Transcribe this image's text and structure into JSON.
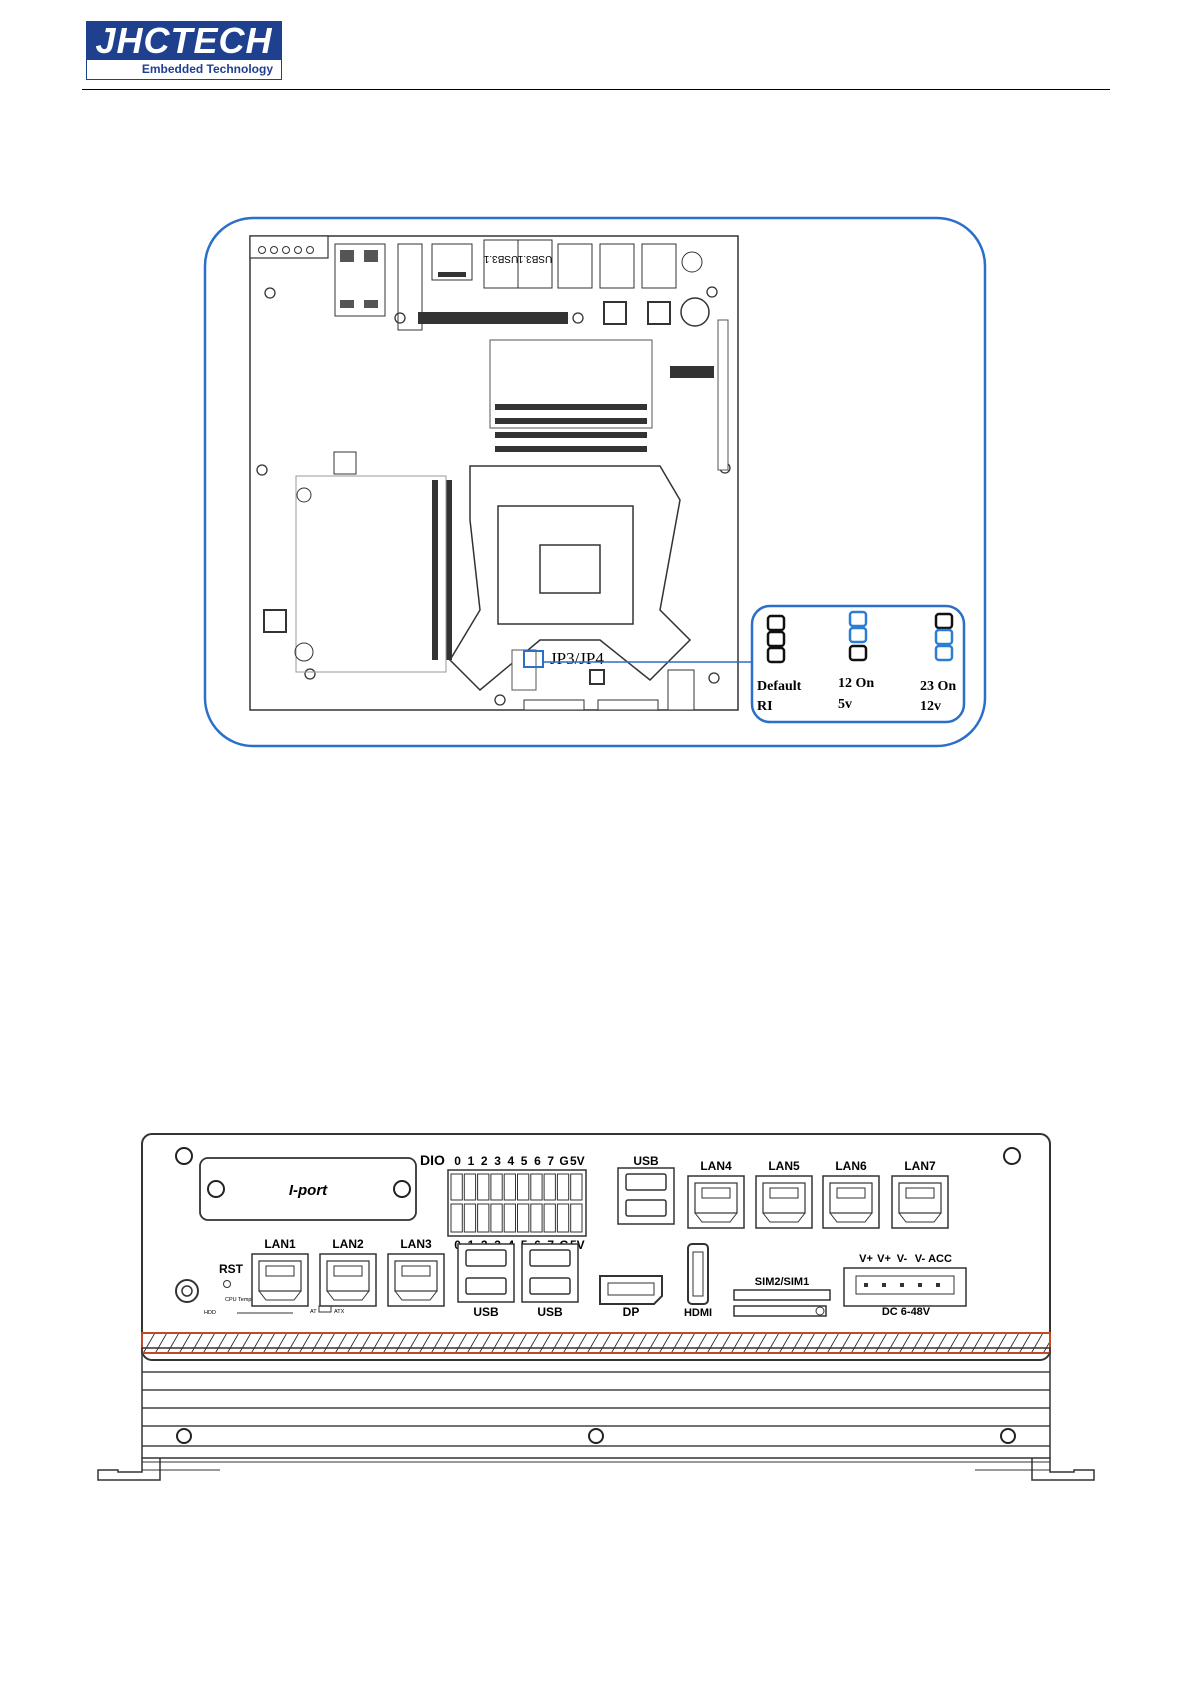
{
  "header": {
    "logo_text": "JHCTECH",
    "logo_subtitle": "Embedded Technology"
  },
  "board": {
    "jumper_label": "JP3/JP4",
    "usb_labels": [
      "USB3.1",
      "USB3.1"
    ],
    "settings": [
      {
        "line1": "Default",
        "line2": "RI"
      },
      {
        "line1": "12 On",
        "line2": "5v"
      },
      {
        "line1": "23 On",
        "line2": "12v"
      }
    ],
    "colors": {
      "callout": "#2a6fc9",
      "jumper_active": "#2a7fd4",
      "board": "#333333"
    }
  },
  "panel": {
    "iport": "I-port",
    "dio": {
      "title": "DIO",
      "pins": [
        "0",
        "1",
        "2",
        "3",
        "4",
        "5",
        "6",
        "7",
        "G",
        "5V"
      ]
    },
    "rst": "RST",
    "small_labels": {
      "hdd": "HDD",
      "cpu_temp": "CPU Temp",
      "at": "AT",
      "atx": "ATX"
    },
    "lan_bottom": [
      "LAN1",
      "LAN2",
      "LAN3"
    ],
    "lan_top": [
      "LAN4",
      "LAN5",
      "LAN6",
      "LAN7"
    ],
    "usb_top": "USB",
    "usb_bottom": [
      "USB",
      "USB"
    ],
    "dp": "DP",
    "hdmi": "HDMI",
    "sim": "SIM2/SIM1",
    "power_pins": [
      "V+",
      "V+",
      "V-",
      "V-",
      "ACC"
    ],
    "power_label": "DC 6-48V"
  }
}
